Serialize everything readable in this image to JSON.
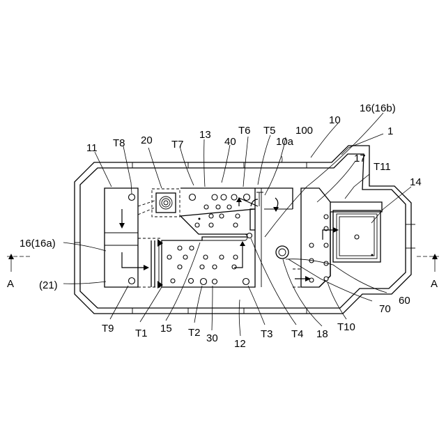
{
  "labels": {
    "l_16_16b": "16(16b)",
    "l_10": "10",
    "l_1": "1",
    "l_6": "T6",
    "l_t5": "T5",
    "l_100": "100",
    "l_10a": "10a",
    "l_17": "17",
    "l_t11": "T11",
    "l_14": "14",
    "l_11": "11",
    "l_t8": "T8",
    "l_20": "20",
    "l_t7": "T7",
    "l_13": "13",
    "l_40": "40",
    "l_16_16a": "16(16a)",
    "l_21": "(21)",
    "l_a_left": "A",
    "l_a_right": "A",
    "l_60": "60",
    "l_70": "70",
    "l_t9": "T9",
    "l_t1": "T1",
    "l_15": "15",
    "l_t2": "T2",
    "l_30": "30",
    "l_12": "12",
    "l_t3": "T3",
    "l_t4": "T4",
    "l_18": "18",
    "l_t10": "T10"
  }
}
